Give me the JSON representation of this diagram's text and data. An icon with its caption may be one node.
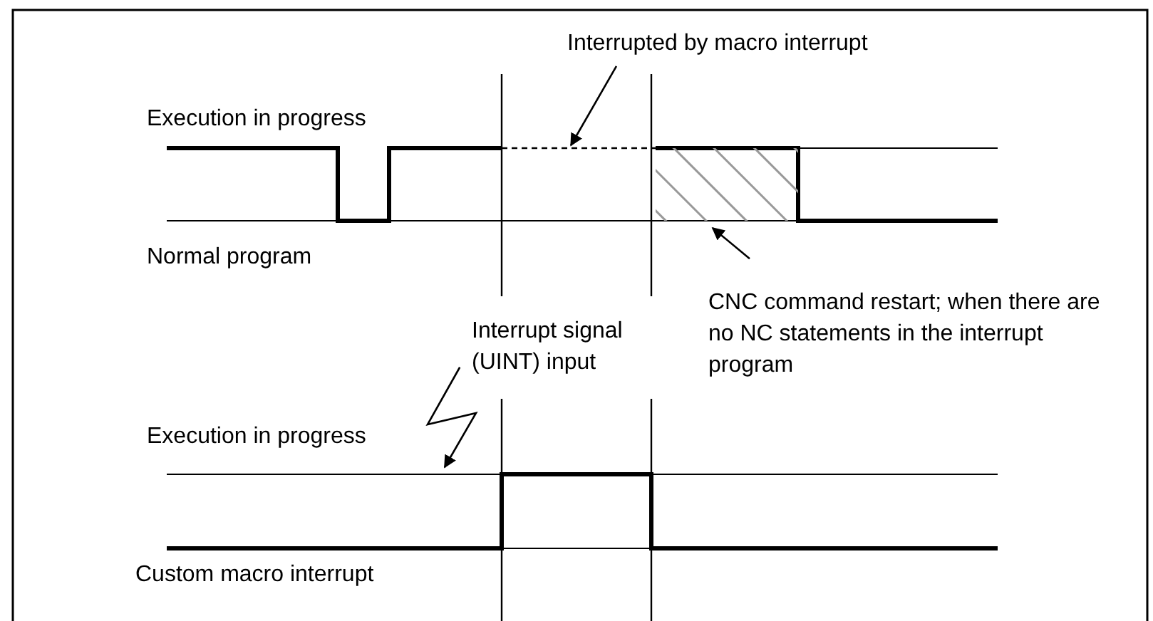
{
  "diagram": {
    "nodes": [
      {
        "text": [
          "Interrupted by macro interrupt"
        ]
      },
      {
        "text": [],
        "shape": "line"
      },
      {
        "text": [
          "CNC command restart; when there are no NC statements in the interrupt program"
        ]
      },
      {
        "text": [],
        "shape": "box"
      },
      {
        "text": [
          "Interrupt signal (UINT) input"
        ]
      }
    ],
    "edges": [
      {
        "from": 0,
        "to": 1,
        "arrow": "to"
      },
      {
        "from": 2,
        "to": 3,
        "arrow": "to"
      },
      {
        "from": 4,
        "to": null,
        "arrow": "to"
      }
    ],
    "labels": [
      "Execution in progress",
      "Normal program",
      "Execution in progress",
      "Custom macro interrupt"
    ]
  }
}
